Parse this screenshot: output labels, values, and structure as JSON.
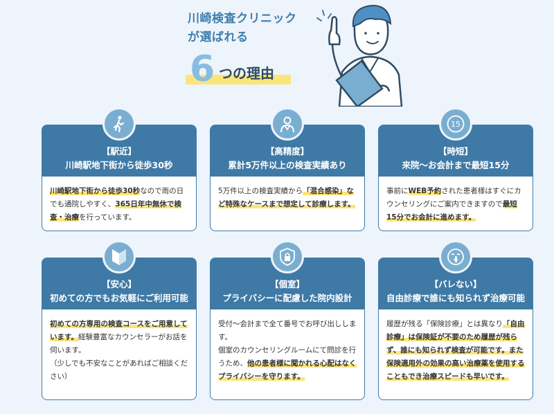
{
  "hero": {
    "title_line1": "川崎検査クリニック",
    "title_line2": "が選ばれる",
    "reason_number": "6",
    "reason_text": "つの理由"
  },
  "colors": {
    "primary": "#3f7aa6",
    "icon_circle": "#7aaed1",
    "highlight": "#fbe57a",
    "background": "#eef4fb"
  },
  "cards": [
    {
      "icon": "walking-person-icon",
      "tag": "【駅近】",
      "title": "川崎駅地下街から徒歩30秒",
      "segments": [
        {
          "t": "川崎駅地下街から徒歩30秒",
          "hl": true
        },
        {
          "t": "なので雨の日でも通院しやすく、",
          "hl": false
        },
        {
          "t": "365日年中無休で検査・治療",
          "hl": true
        },
        {
          "t": "を行っています。",
          "hl": false
        }
      ]
    },
    {
      "icon": "doctor-icon",
      "tag": "【高精度】",
      "title": "累計5万件以上の検査実績あり",
      "segments": [
        {
          "t": "5万件以上の検査実績から",
          "hl": false
        },
        {
          "t": "「混合感染」",
          "hl": true
        },
        {
          "t": "など特殊なケースまで想定して診療します。",
          "hl": true
        }
      ]
    },
    {
      "icon": "clock-15-icon",
      "icon_text": "15",
      "tag": "【時短】",
      "title": "来院〜お会計まで最短15分",
      "segments": [
        {
          "t": "事前に",
          "hl": false
        },
        {
          "t": "WEB予約",
          "hl": true
        },
        {
          "t": "された患者様はすぐにカウンセリングにご案内できますので",
          "hl": false
        },
        {
          "t": "最短15分でお会計に進めます。",
          "hl": true
        }
      ]
    },
    {
      "icon": "beginner-mark-icon",
      "tag": "【安心】",
      "title": "初めての方でもお気軽にご利用可能",
      "segments": [
        {
          "t": "初めての方専用の検査コースをご用意しています。",
          "hl": true
        },
        {
          "t": "経験豊富なカウンセラーがお話を伺います。",
          "hl": false
        },
        {
          "t": "\n（少しでも不安なことがあればご相談ください）",
          "hl": false
        }
      ]
    },
    {
      "icon": "lock-shield-icon",
      "tag": "【個室】",
      "title": "プライバシーに配慮した院内設計",
      "segments": [
        {
          "t": "受付〜会計まで全て番号でお呼び出しします。\n個室のカウンセリングルームにて問診を行うため、",
          "hl": false
        },
        {
          "t": "他の患者様に聞かれる心配はなくプライバシーを守ります。",
          "hl": true
        }
      ]
    },
    {
      "icon": "shush-face-icon",
      "tag": "【バレない】",
      "title": "自由診療で誰にも知られず治療可能",
      "segments": [
        {
          "t": "履歴が残る「保険診療」とは異なり",
          "hl": false
        },
        {
          "t": "「自由診療」は保険証が不要のため履歴が残らず、誰にも知られず検査が可能です。",
          "hl": true
        },
        {
          "t": "また保険適用外の効果の高い治療薬を使用することもでき治療スピードも早いです。",
          "hl": true
        }
      ]
    }
  ]
}
